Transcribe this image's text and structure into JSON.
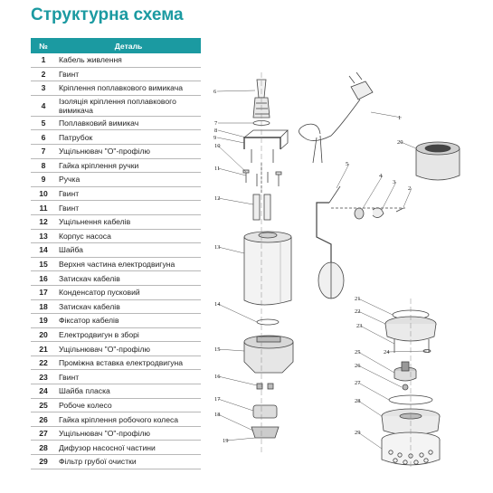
{
  "title": "Структурна схема",
  "table": {
    "headers": [
      "№",
      "Деталь"
    ],
    "rows": [
      {
        "num": "1",
        "name": "Кабель живлення"
      },
      {
        "num": "2",
        "name": "Гвинт"
      },
      {
        "num": "3",
        "name": "Кріплення поплавкового вимикача"
      },
      {
        "num": "4",
        "name": "Ізоляція кріплення поплавкового вимикача"
      },
      {
        "num": "5",
        "name": "Поплавковий вимикач"
      },
      {
        "num": "6",
        "name": "Патрубок"
      },
      {
        "num": "7",
        "name": "Ущільнювач \"О\"-профілю"
      },
      {
        "num": "8",
        "name": "Гайка кріплення ручки"
      },
      {
        "num": "9",
        "name": "Ручка"
      },
      {
        "num": "10",
        "name": "Гвинт"
      },
      {
        "num": "11",
        "name": "Гвинт"
      },
      {
        "num": "12",
        "name": "Ущільнення кабелів"
      },
      {
        "num": "13",
        "name": "Корпус насоса"
      },
      {
        "num": "14",
        "name": "Шайба"
      },
      {
        "num": "15",
        "name": "Верхня частина електродвигуна"
      },
      {
        "num": "16",
        "name": "Затискач кабелів"
      },
      {
        "num": "17",
        "name": "Конденсатор пусковий"
      },
      {
        "num": "18",
        "name": "Затискач кабелів"
      },
      {
        "num": "19",
        "name": "Фіксатор кабелів"
      },
      {
        "num": "20",
        "name": "Електродвигун в зборі"
      },
      {
        "num": "21",
        "name": "Ущільнювач \"О\"-профілю"
      },
      {
        "num": "22",
        "name": "Проміжна вставка електродвигуна"
      },
      {
        "num": "23",
        "name": "Гвинт"
      },
      {
        "num": "24",
        "name": "Шайба пласка"
      },
      {
        "num": "25",
        "name": "Робоче колесо"
      },
      {
        "num": "26",
        "name": "Гайка кріплення робочого колеса"
      },
      {
        "num": "27",
        "name": "Ущільнювач \"О\"-профілю"
      },
      {
        "num": "28",
        "name": "Дифузор насосної частини"
      },
      {
        "num": "29",
        "name": "Фільтр грубої очистки"
      }
    ]
  },
  "diagram_labels": [
    "1",
    "2",
    "3",
    "4",
    "5",
    "6",
    "7",
    "8",
    "9",
    "10",
    "11",
    "12",
    "13",
    "14",
    "15",
    "16",
    "17",
    "18",
    "19",
    "20",
    "21",
    "22",
    "23",
    "24",
    "25",
    "26",
    "27",
    "28",
    "29"
  ]
}
